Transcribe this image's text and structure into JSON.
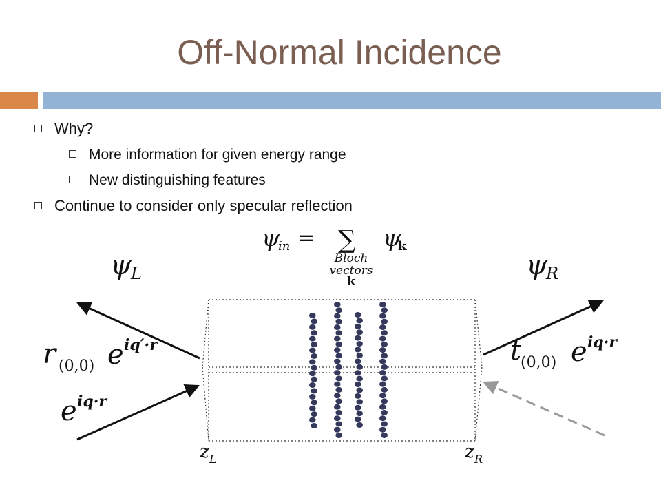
{
  "slide": {
    "title": "Off-Normal Incidence",
    "bullets": [
      {
        "level": 1,
        "text": "Why?"
      },
      {
        "level": 2,
        "text": "More information for given energy range"
      },
      {
        "level": 2,
        "text": "New distinguishing features"
      },
      {
        "level": 1,
        "text": "Continue to consider only specular reflection"
      }
    ],
    "colors": {
      "title": "#7a5e52",
      "accent_orange": "#d98849",
      "accent_blue": "#92b3d3",
      "atoms": "#353a5c"
    }
  },
  "figure": {
    "psi_in_lhs": "ψ",
    "psi_in_sub": "in",
    "psi_in_eq": "=",
    "sum_symbol": "∑",
    "sum_line1": "Bloch",
    "sum_line2": "vectors",
    "sum_line3": "k",
    "psi_k": "ψ",
    "psi_k_sub": "k",
    "psi_L": "ψ",
    "psi_L_sub": "L",
    "psi_R": "ψ",
    "psi_R_sub": "R",
    "reflected_r": "r",
    "reflected_sub": "(0,0)",
    "reflected_exp_base": "e",
    "reflected_exp": "iq′·r",
    "incident_base": "e",
    "incident_exp": "iq·r",
    "transmitted_t": "t",
    "transmitted_sub": "(0,0)",
    "transmitted_exp_base": "e",
    "transmitted_exp": "iq·r",
    "z_left": "z",
    "z_left_sub": "L",
    "z_right": "z",
    "z_right_sub": "R"
  }
}
